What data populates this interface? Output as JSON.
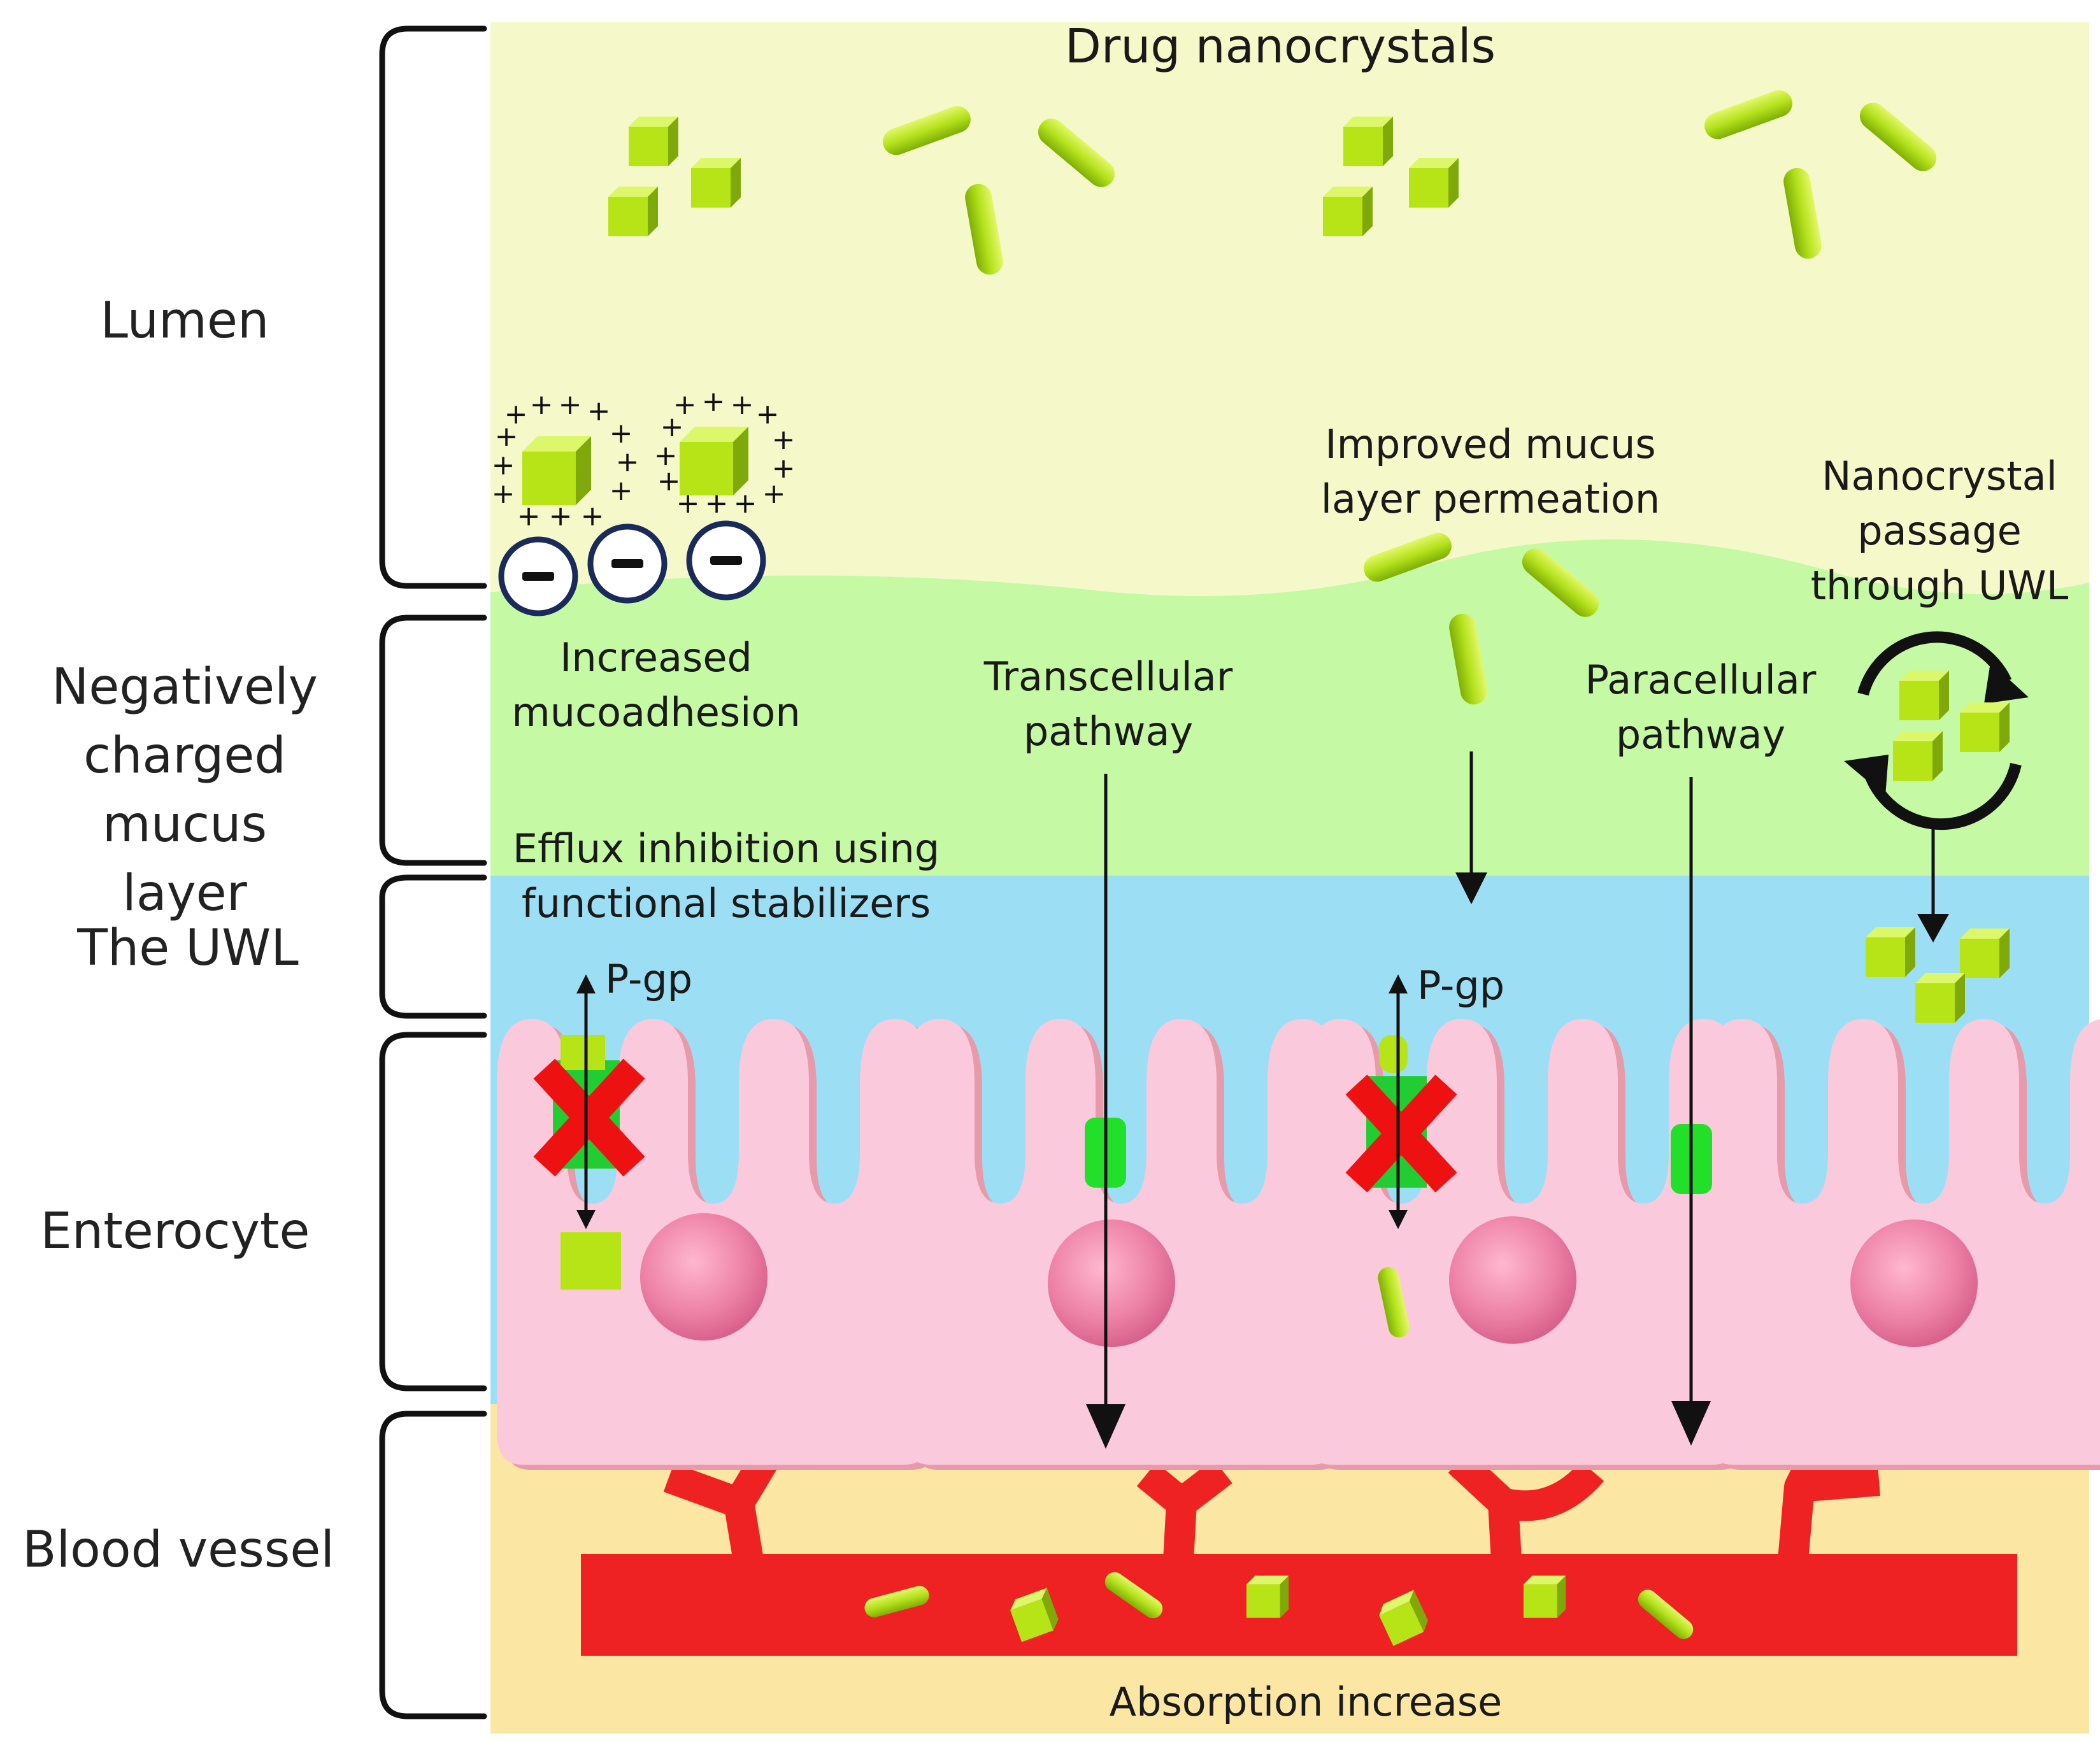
{
  "regions": {
    "lumen": "Lumen",
    "mucus": [
      "Negatively",
      "charged mucus",
      "layer"
    ],
    "uwl": "The UWL",
    "enterocyte": "Enterocyte",
    "blood": "Blood vessel"
  },
  "labels": {
    "title": "Drug nanocrystals",
    "mucoadhesion": [
      "Increased",
      "mucoadhesion"
    ],
    "improved_mucus": [
      "Improved mucus",
      "layer permeation"
    ],
    "passage_uwl": [
      "Nanocrystal",
      "passage",
      "through UWL"
    ],
    "transcellular": [
      "Transcellular",
      "pathway"
    ],
    "paracellular": [
      "Paracellular",
      "pathway"
    ],
    "efflux": [
      "Efflux inhibition using",
      "functional stabilizers"
    ],
    "pgp_1": "P-gp",
    "pgp_2": "P-gp",
    "absorption": "Absorption increase"
  },
  "colors": {
    "lumen": "#f5f9c9",
    "mucus": "#c6f9a4",
    "uwl": "#9cdff5",
    "blood_area": "#fbe7a3",
    "cell": "#fbc9dc",
    "cell_shadow": "#e69aaa",
    "nucleus": "#e8739a",
    "drug": "#a7dc16",
    "vessel": "#ee2222",
    "pgp": "#22cc33",
    "inhibit_x": "#ee1111"
  }
}
